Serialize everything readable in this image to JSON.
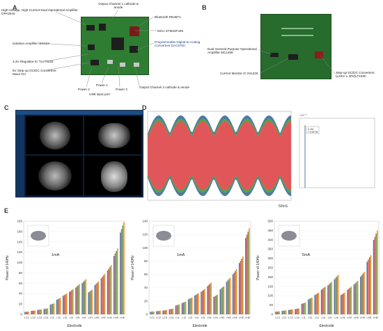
{
  "panels": {
    "A": {
      "letter": "A"
    },
    "B": {
      "letter": "B"
    },
    "C": {
      "letter": "C"
    },
    "D": {
      "letter": "D"
    },
    "E": {
      "letter": "E"
    }
  },
  "panel_a": {
    "labels": {
      "opa": "High-Voltage, High-Current Dual Operational Amplifier OPA2544",
      "out1": "Output Channel 1 cathode & anode",
      "bt": "Bluetooth RN4871",
      "mcu": "MCU STM32F429",
      "dac": "Programmable Digital-to-Analog Converters DAC8760",
      "iso": "Isolation Amplifier ISO124",
      "reg": "3.3V Regulator IC TLV70033",
      "stepup": "5V Step-up DC/DC Converters Max1724",
      "p1": "Power 1",
      "p2": "Power 2",
      "p3": "Power 3",
      "usb": "USB input port",
      "out2": "Output Channel 2 cathode & anode"
    }
  },
  "panel_b": {
    "labels": {
      "dual": "Dual General-Purpose Operational Amplifier MC1458",
      "curmon": "Current Monitor IC INA226",
      "stepup": "Step-up DC/DC Converters (±15V/ ± 30V)LT1930"
    }
  },
  "panel_d": {
    "xaxis_label": "50mS",
    "inset_exp": "×10⁻³",
    "inset_legend": [
      "X 161",
      "Y 0.00734"
    ]
  },
  "chart_data": [
    {
      "type": "bar",
      "title": "1mA",
      "xlabel": "Electrode",
      "ylabel": "Power of 140Hz",
      "ylim": [
        0,
        180
      ],
      "yticks": [
        0,
        20,
        40,
        60,
        80,
        100,
        120,
        140,
        160,
        180
      ],
      "categories": [
        "LC1",
        "LC2",
        "LC3",
        "LC4",
        "LI1",
        "LI2",
        "LI3",
        "LI4",
        "LI5",
        "LI6",
        "LH1",
        "LH2",
        "LH3",
        "LH4",
        "LH5",
        "LH6"
      ],
      "values": [
        5,
        7,
        9,
        11,
        20,
        30,
        38,
        46,
        55,
        64,
        45,
        60,
        74,
        90,
        120,
        168
      ],
      "bar_colors": [
        "#4e79a7",
        "#e15759",
        "#59a14f",
        "#f28e2b"
      ]
    },
    {
      "type": "bar",
      "title": "1mA",
      "xlabel": "Electrode",
      "ylabel": "Power of 140Hz",
      "ylim": [
        0,
        140
      ],
      "yticks": [
        0,
        20,
        40,
        60,
        80,
        100,
        120,
        140
      ],
      "categories": [
        "LC1",
        "LC2",
        "LC3",
        "LC4",
        "LI1",
        "LI2",
        "LI3",
        "LI4",
        "LI5",
        "LI6",
        "LH1",
        "LH2",
        "LH3",
        "LH4",
        "LH5",
        "LH6"
      ],
      "values": [
        4,
        5,
        6,
        8,
        14,
        18,
        24,
        30,
        36,
        45,
        28,
        40,
        52,
        64,
        82,
        122
      ],
      "bar_colors": [
        "#4e79a7",
        "#e15759",
        "#59a14f",
        "#f28e2b"
      ]
    },
    {
      "type": "bar",
      "title": "5mA",
      "xlabel": "Electrode",
      "ylabel": "Power of 140Hz",
      "ylim": [
        0,
        500
      ],
      "yticks": [
        0,
        50,
        100,
        150,
        200,
        250,
        300,
        350,
        400,
        450,
        500
      ],
      "categories": [
        "LC1",
        "LC2",
        "LC3",
        "LC4",
        "LI1",
        "LI2",
        "LI3",
        "LI4",
        "LI5",
        "LI6",
        "LH1",
        "LH2",
        "LH3",
        "LH4",
        "LH5",
        "LH6"
      ],
      "values": [
        15,
        20,
        25,
        30,
        60,
        85,
        110,
        140,
        165,
        200,
        110,
        140,
        170,
        215,
        300,
        425
      ],
      "bar_colors": [
        "#4e79a7",
        "#e15759",
        "#59a14f",
        "#f28e2b"
      ]
    }
  ]
}
